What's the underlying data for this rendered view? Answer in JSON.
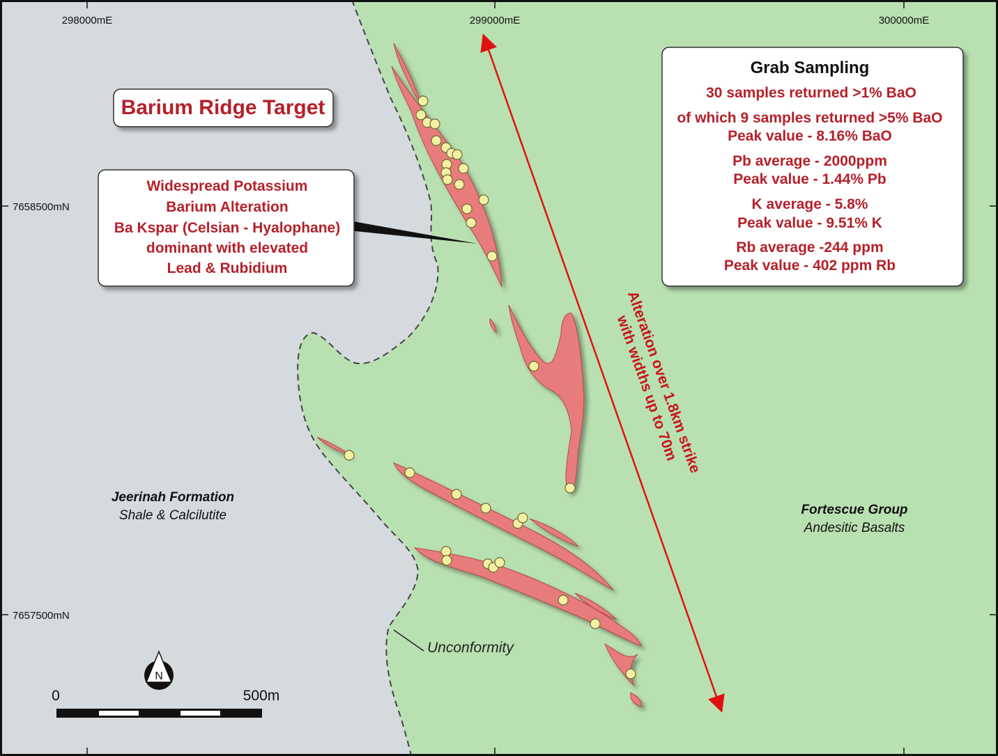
{
  "title": "Barium Ridge Target",
  "grid": {
    "eastings": [
      "298000mE",
      "299000mE",
      "300000mE"
    ],
    "northings": [
      "7658500mN",
      "7657500mN"
    ]
  },
  "callout": {
    "lines": [
      "Widespread Potassium",
      "Barium Alteration",
      "Ba Kspar (Celsian - Hyalophane)",
      "dominant with elevated",
      "Lead & Rubidium"
    ]
  },
  "grab_sampling": {
    "heading": "Grab Sampling",
    "lines": [
      "30 samples returned >1% BaO",
      "of which 9 samples returned >5% BaO",
      "Peak value - 8.16% BaO",
      "Pb average - 2000ppm",
      "Peak value - 1.44% Pb",
      "K average - 5.8%",
      "Peak value - 9.51% K",
      "Rb average -244 ppm",
      "Peak value - 402 ppm Rb"
    ]
  },
  "strike": {
    "line1": "Alteration over 1.8km strike",
    "line2": "with widths up to 70m"
  },
  "units": {
    "west": {
      "name": "Jeerinah Formation",
      "lithology": "Shale & Calcilutite"
    },
    "east": {
      "name": "Fortescue Group",
      "lithology": "Andesitic Basalts"
    }
  },
  "unconformity_label": "Unconformity",
  "north_label": "N",
  "scale": {
    "start": "0",
    "end": "500m"
  },
  "colors": {
    "jeerinah": "#d5dade",
    "fortescue": "#b9e0b1",
    "alteration": "#e87b7b",
    "sample": "#f4f0a2",
    "text_red": "#b5202a",
    "arrow_red": "#e01010"
  }
}
